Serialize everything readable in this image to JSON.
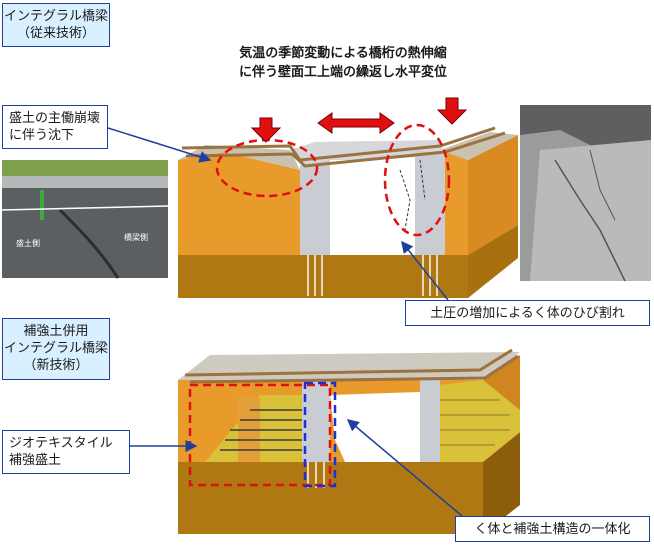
{
  "conventional": {
    "tag_line1": "インテグラル橋梁",
    "tag_line2": "（従来技術）"
  },
  "header": {
    "line1": "気温の季節変動による橋桁の熱伸縮",
    "line2": "に伴う壁面工上端の繰返し水平変位"
  },
  "callouts": {
    "settlement_line1": "盛土の主働崩壊",
    "settlement_line2": "に伴う沈下",
    "cracks": "土圧の増加によるく体のひび割れ",
    "geotextile_line1": "ジオテキスタイル",
    "geotextile_line2": "補強盛土",
    "integration": "く体と補強土構造の一体化"
  },
  "new_tech": {
    "tag_line1": "補強土併用",
    "tag_line2": "インテグラル橋梁",
    "tag_line3": "（新技術）"
  },
  "photo_road": {
    "label_left": "盛土側",
    "label_right": "橋梁側"
  },
  "colors": {
    "embankment": "#e89a2a",
    "ground": "#a8700e",
    "concrete": "#c9ccd2",
    "reinforced": "#d9c23a",
    "arrow_red": "#e01010",
    "dash_red": "#e01010",
    "dash_blue": "#1f2fd0",
    "callout_blue": "#1f3fa0"
  }
}
